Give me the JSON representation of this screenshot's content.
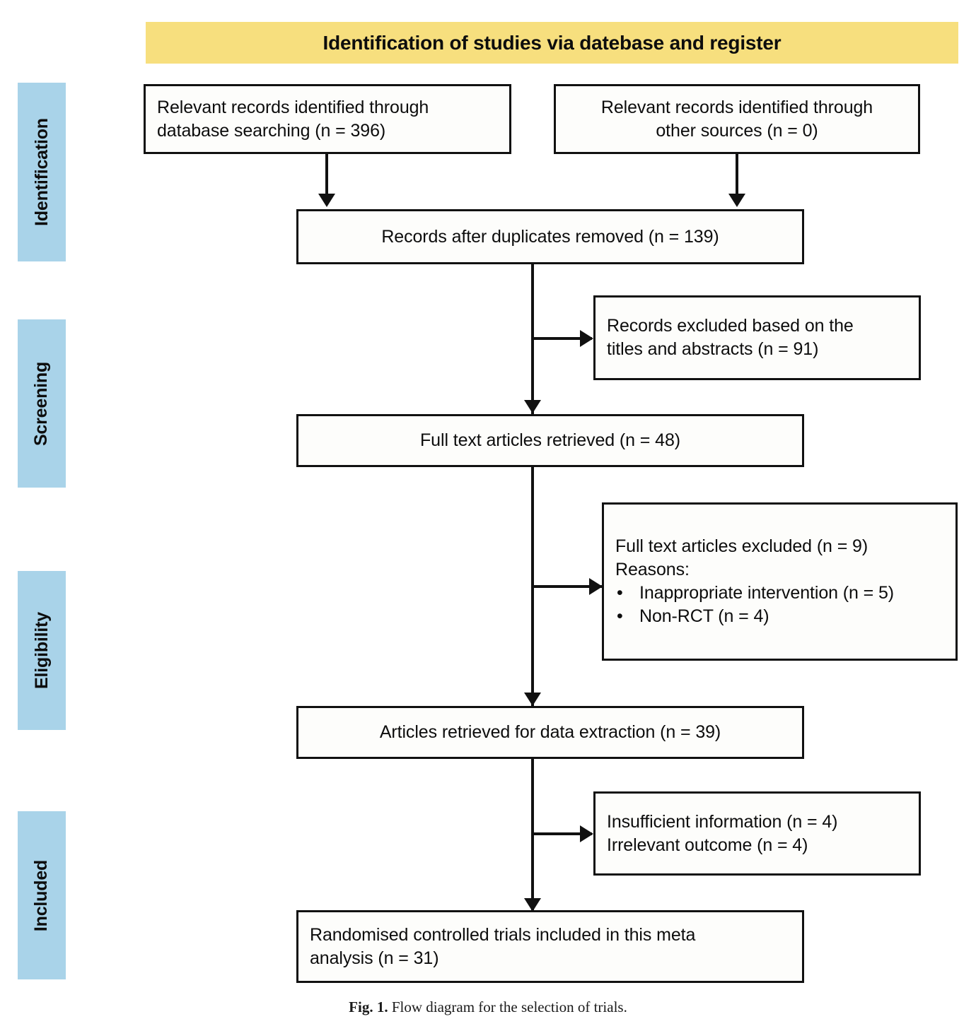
{
  "banner": {
    "title": "Identification of studies via datebase and register",
    "bg_color": "#F7DF7E"
  },
  "stages": [
    {
      "label": "Identification",
      "chip_color": "#A9D3E9"
    },
    {
      "label": "Screening",
      "chip_color": "#A9D3E9"
    },
    {
      "label": "Eligibility",
      "chip_color": "#A9D3E9"
    },
    {
      "label": "Included",
      "chip_color": "#A9D3E9"
    }
  ],
  "boxes": {
    "database_search": {
      "line1": "Relevant records identified through",
      "line2": "database searching (n = 396)"
    },
    "other_sources": {
      "line1": "Relevant records identified through",
      "line2": "other sources (n = 0)"
    },
    "duplicates_removed": {
      "line1": "Records after duplicates removed (n = 139)"
    },
    "records_excluded": {
      "line1": "Records excluded based on the",
      "line2": "titles and abstracts (n = 91)"
    },
    "fulltext_retrieved": {
      "line1": "Full text articles retrieved (n = 48)"
    },
    "fulltext_excluded": {
      "line1": "Full text articles excluded (n = 9)",
      "line2": "Reasons:",
      "bullet_symbol": "•",
      "bullet1": "Inappropriate intervention (n = 5)",
      "bullet2": "Non-RCT (n = 4)"
    },
    "data_extraction": {
      "line1": "Articles retrieved for data extraction (n = 39)"
    },
    "excluded_reasons": {
      "line1": "Insufficient information (n = 4)",
      "line2": "Irrelevant outcome (n = 4)"
    },
    "included_rcts": {
      "line1": "Randomised controlled trials included in this meta",
      "line2": "analysis (n = 31)"
    }
  },
  "caption": {
    "fig_label": "Fig. 1.",
    "text": "Flow diagram for the selection of trials."
  }
}
